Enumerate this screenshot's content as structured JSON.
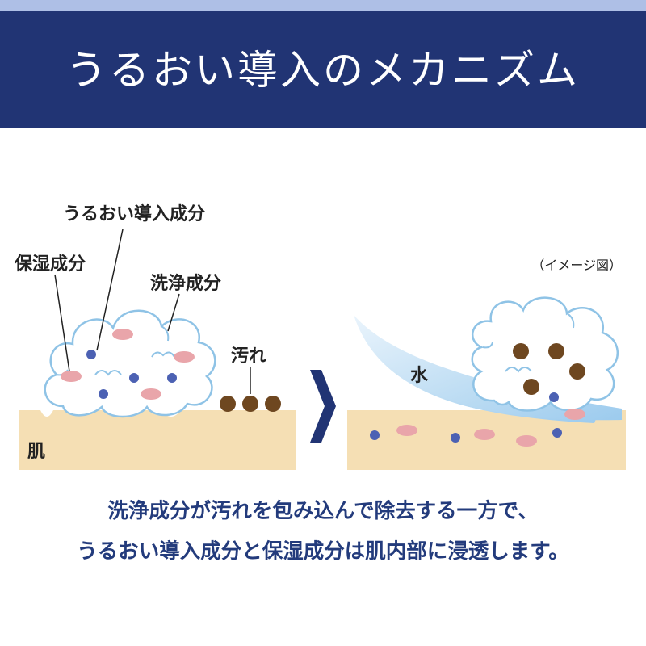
{
  "header": {
    "title": "うるおい導入のメカニズム",
    "bg_color": "#213474",
    "strip_color": "#aebfe6"
  },
  "diagram": {
    "note": "（イメージ図）",
    "labels": {
      "moisture_intro": "うるおい導入成分",
      "moisturizing": "保湿成分",
      "cleansing": "洗浄成分",
      "dirt": "汚れ",
      "skin": "肌",
      "water": "水"
    },
    "colors": {
      "skin": "#f5dfb4",
      "foam_outline": "#8fc3e6",
      "blue_particle": "#4c61b3",
      "pink_particle": "#e9a5aa",
      "dirt_particle": "#6e4720",
      "arrow": "#213474"
    }
  },
  "caption": {
    "line1": "洗浄成分が汚れを包み込んで除去する一方で、",
    "line2": "うるおい導入成分と保湿成分は肌内部に浸透します。",
    "color": "#233b7c"
  }
}
